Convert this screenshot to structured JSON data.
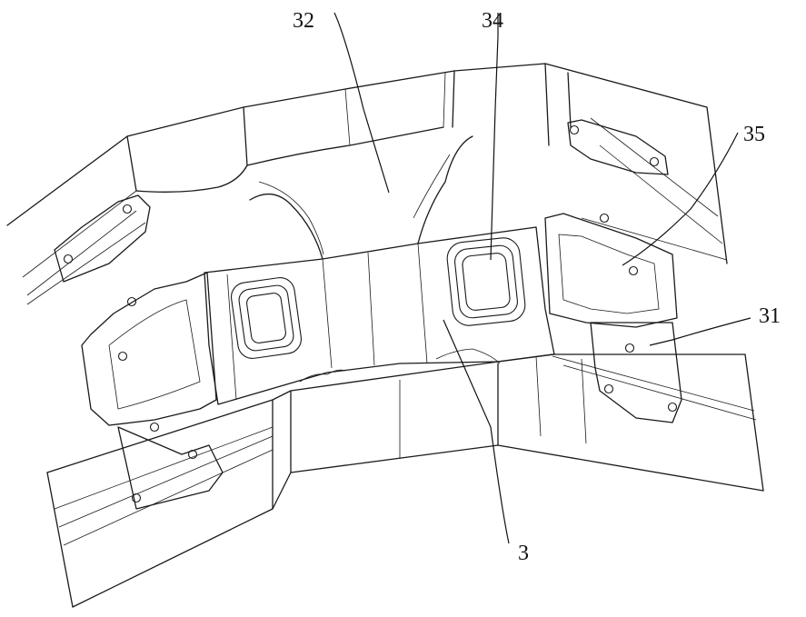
{
  "figure": {
    "labels": {
      "l32": "32",
      "l34": "34",
      "l35": "35",
      "l31": "31",
      "l3": "3"
    }
  }
}
